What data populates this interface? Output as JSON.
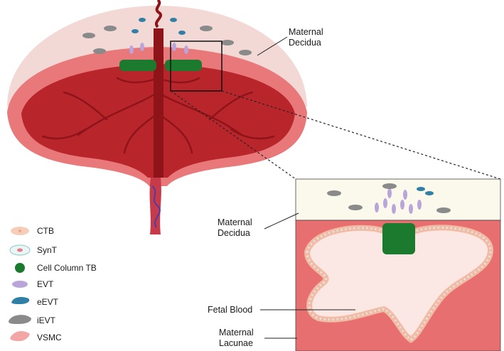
{
  "labels": {
    "maternal_decidua_top": "Maternal\nDecidua",
    "maternal_decidua_inset": "Maternal\nDecidua",
    "fetal_blood": "Fetal Blood",
    "maternal_lacunae": "Maternal\nLacunae"
  },
  "legend": [
    {
      "label": "CTB",
      "icon": "ctb-cell-icon",
      "color": "#f6cdb8"
    },
    {
      "label": "SynT",
      "icon": "synt-cell-icon",
      "color": "#d6ecec"
    },
    {
      "label": "Cell Column TB",
      "icon": "cell-column-tb-icon",
      "color": "#1c7a2e"
    },
    {
      "label": "EVT",
      "icon": "evt-cell-icon",
      "color": "#b9a5d9"
    },
    {
      "label": "eEVT",
      "icon": "eevt-cell-icon",
      "color": "#2f7fa6"
    },
    {
      "label": "iEVT",
      "icon": "ievt-cell-icon",
      "color": "#8a8a8a"
    },
    {
      "label": "VSMC",
      "icon": "vsmc-cell-icon",
      "color": "#f2a6a6"
    }
  ],
  "colors": {
    "decidua": "#f3d9d6",
    "placenta_outer": "#e8787a",
    "placenta_inner": "#b8262b",
    "vessel": "#8f1419",
    "lacuna": "#e86f70",
    "inset_decidua": "#fbf8ec",
    "cell_column": "#1c7a2e"
  }
}
